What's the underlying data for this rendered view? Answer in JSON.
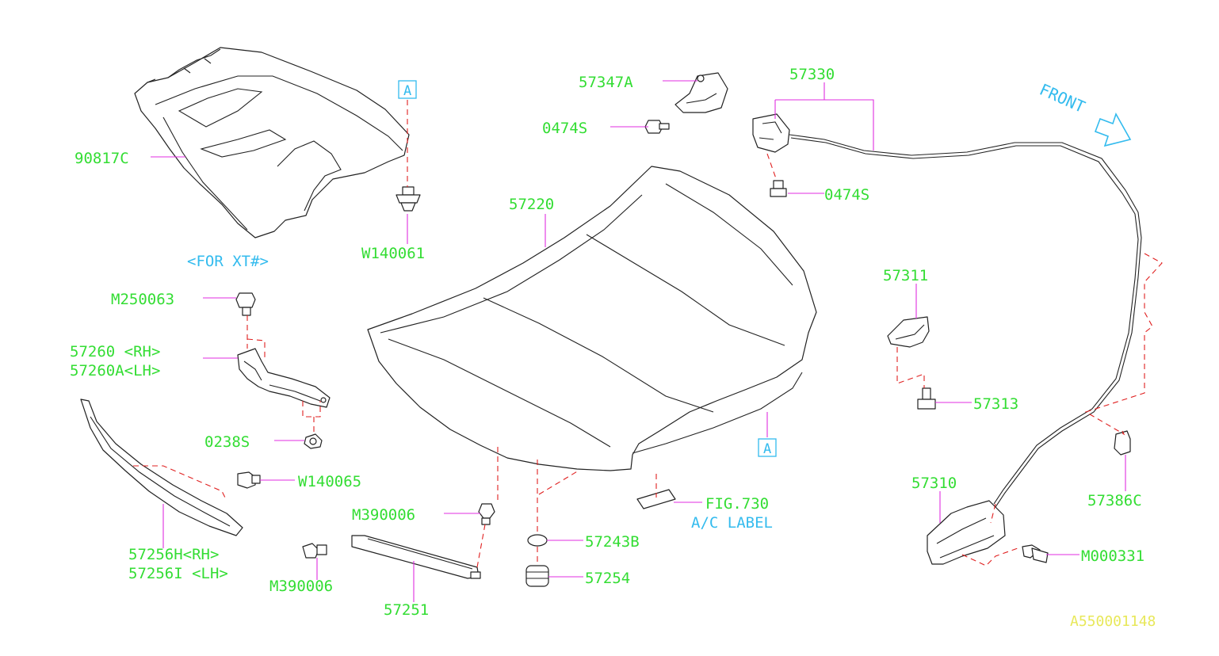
{
  "labels": {
    "l57347A": "57347A",
    "l0474S_top": "0474S",
    "l57330": "57330",
    "l0474S_right": "0474S",
    "l90817C": "90817C",
    "lForXT": "<FOR XT#>",
    "lW140061": "W140061",
    "l57220": "57220",
    "lM250063": "M250063",
    "l57260": "57260  <RH>",
    "l57260A": "57260A<LH>",
    "l0238S": "0238S",
    "lW140065": "W140065",
    "l57256H": "57256H<RH>",
    "l57256I": "57256I <LH>",
    "lM390006_a": "M390006",
    "lM390006_b": "M390006",
    "l57251": "57251",
    "l57243B": "57243B",
    "l57254": "57254",
    "lFig730": "FIG.730",
    "lACLabel": "A/C LABEL",
    "l57311": "57311",
    "l57313": "57313",
    "l57386C": "57386C",
    "l57310": "57310",
    "lM000331": "M000331",
    "lFront": "FRONT",
    "lRef": "A550001148"
  },
  "callouts": {
    "a_top": "A",
    "a_bottom": "A"
  },
  "icons": {
    "front_arrow": "front-direction-arrow-icon"
  },
  "colors": {
    "part_number": "#33dd33",
    "note": "#33bbee",
    "leader": "#e02ee0",
    "dashed_guide": "#e02020",
    "reference_code": "#e8e85a",
    "outline": "#222222"
  }
}
